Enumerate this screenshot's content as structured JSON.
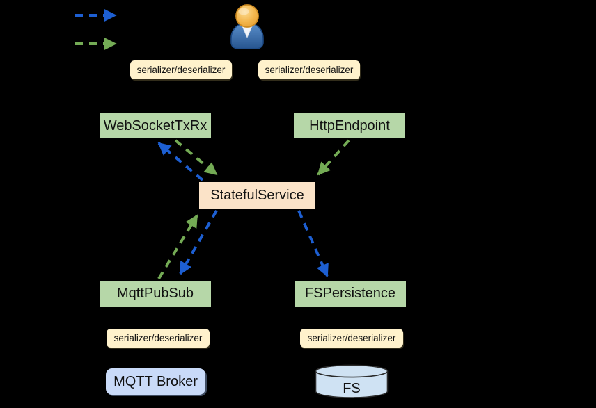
{
  "diagram": {
    "title": "stateful service architecture diagram",
    "legend": {
      "items": [
        {
          "name": "blue-dashed-arrow",
          "color": "#1d5fd2"
        },
        {
          "name": "green-dashed-arrow",
          "color": "#74ab55"
        }
      ]
    },
    "nodes": {
      "websocket": "WebSocketTxRx",
      "http": "HttpEndpoint",
      "stateful": "StatefulService",
      "mqtt_pubsub": "MqttPubSub",
      "fs_persistence": "FSPersistence",
      "mqtt_broker": "MQTT Broker",
      "fs": "FS"
    },
    "serializers": [
      "serializer/deserializer",
      "serializer/deserializer",
      "serializer/deserializer",
      "serializer/deserializer"
    ],
    "icons": [
      {
        "name": "user-icon"
      },
      {
        "name": "database-cylinder-icon"
      }
    ],
    "colors": {
      "background": "#000000",
      "component_green": "#b6d7a8",
      "service_peach": "#fbe3c8",
      "serializer_cream": "#fff2cc",
      "broker_blue": "#c9daf8",
      "cylinder_blue": "#cfe2f3",
      "arrow_blue": "#1d5fd2",
      "arrow_green": "#74ab55"
    },
    "connections": [
      {
        "from": "legend",
        "to": "legend",
        "color": "blue"
      },
      {
        "from": "legend",
        "to": "legend",
        "color": "green"
      },
      {
        "from": "WebSocketTxRx",
        "to": "StatefulService",
        "color": "green"
      },
      {
        "from": "StatefulService",
        "to": "WebSocketTxRx",
        "color": "blue"
      },
      {
        "from": "HttpEndpoint",
        "to": "StatefulService",
        "color": "green"
      },
      {
        "from": "MqttPubSub",
        "to": "StatefulService",
        "color": "green"
      },
      {
        "from": "StatefulService",
        "to": "MqttPubSub",
        "color": "blue"
      },
      {
        "from": "StatefulService",
        "to": "FSPersistence",
        "color": "blue"
      }
    ]
  }
}
